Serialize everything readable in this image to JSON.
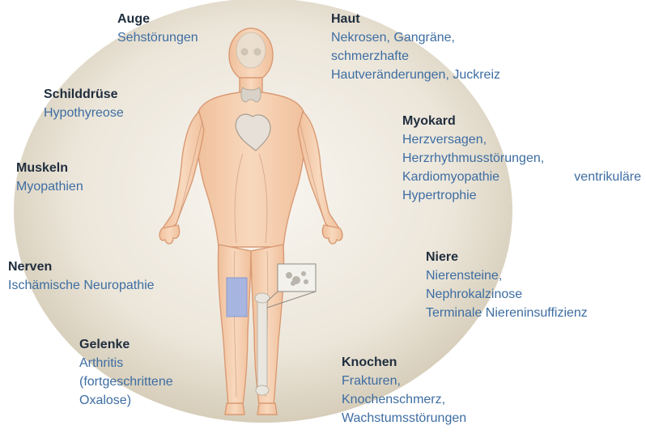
{
  "labels": {
    "eye": {
      "title": "Auge",
      "lines": [
        "Sehstörungen"
      ]
    },
    "thyroid": {
      "title": "Schilddrüse",
      "lines": [
        "Hypothyreose"
      ]
    },
    "muscle": {
      "title": "Muskeln",
      "lines": [
        "Myopathien"
      ]
    },
    "nerves": {
      "title": "Nerven",
      "lines": [
        "Ischämische Neuropathie"
      ]
    },
    "joints": {
      "title": "Gelenke",
      "lines": [
        "Arthritis",
        "(fortgeschrittene",
        "Oxalose)"
      ]
    },
    "skin": {
      "title": "Haut",
      "lines": [
        "Nekrosen, Gangräne,",
        "schmerzhafte",
        "Hautveränderungen, Juckreiz"
      ]
    },
    "heart": {
      "title": "Myokard",
      "lines": [
        "Herzversagen,",
        "Herzrhythmusstörungen,",
        "Kardiomyopathie ventrikuläre",
        "Hypertrophie"
      ]
    },
    "kidney": {
      "title": "Niere",
      "lines": [
        "Nierensteine,",
        "Nephrokalzinose",
        "Terminale Niereninsuffizienz"
      ]
    },
    "bone": {
      "title": "Knochen",
      "lines": [
        "Frakturen,",
        "Knochenschmerz,",
        "Wachstumsstörungen"
      ]
    }
  },
  "colors": {
    "title": "#1f2d3d",
    "text": "#3d6da2",
    "disc_center": "#f7f4ee",
    "disc_edge": "#d9d1bf",
    "body_fill": "#f4cdae",
    "body_stroke": "#d99a73",
    "highlight_blue": "#9fb3e6"
  }
}
